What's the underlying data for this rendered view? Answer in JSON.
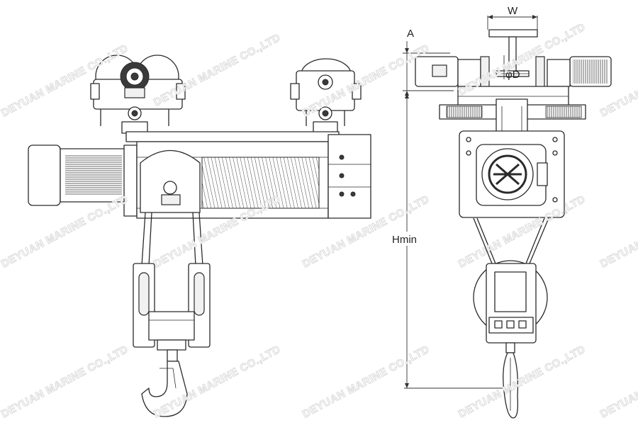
{
  "diagram": {
    "labels": {
      "width": "W",
      "a_offset": "A",
      "diameter": "φD",
      "min_height": "Hmin"
    },
    "watermark": "DEYUAN MARINE CO.,LTD",
    "hook_block_marking": "□□□",
    "views": [
      "side-elevation",
      "end-elevation"
    ]
  }
}
